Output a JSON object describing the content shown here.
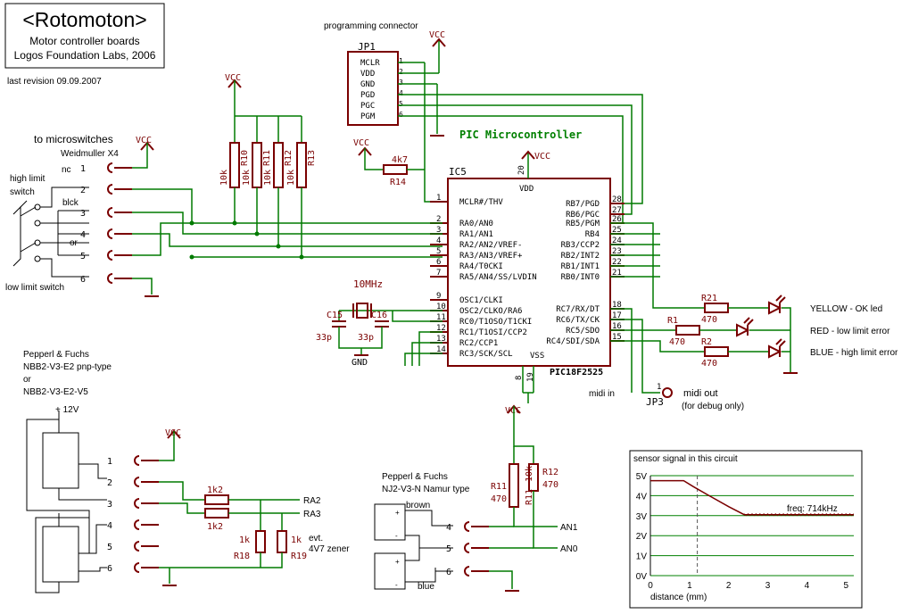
{
  "title_box": {
    "title": "<Rotomoton>",
    "line1": "Motor controller boards",
    "line2": "Logos Foundation Labs, 2006"
  },
  "revision": "last revision 09.09.2007",
  "programming_connector": {
    "label": "programming connector",
    "ref": "JP1",
    "pins": [
      "MCLR",
      "VDD",
      "GND",
      "PGD",
      "PGC",
      "PGM"
    ],
    "pin_numbers": [
      "1",
      "2",
      "3",
      "4",
      "5",
      "6"
    ]
  },
  "pic": {
    "heading": "PIC Microcontroller",
    "ref": "IC5",
    "part": "PIC18F2525",
    "vdd": "VDD",
    "vss": "VSS",
    "vdd_pin": "20",
    "vss_pins": [
      "8",
      "19"
    ],
    "left_pins": [
      {
        "num": "1",
        "name": "MCLR#/THV"
      },
      {
        "num": "2",
        "name": "RA0/AN0"
      },
      {
        "num": "3",
        "name": "RA1/AN1"
      },
      {
        "num": "4",
        "name": "RA2/AN2/VREF-"
      },
      {
        "num": "5",
        "name": "RA3/AN3/VREF+"
      },
      {
        "num": "6",
        "name": "RA4/T0CKI"
      },
      {
        "num": "7",
        "name": "RA5/AN4/SS/LVDIN"
      },
      {
        "num": "9",
        "name": "OSC1/CLKI"
      },
      {
        "num": "10",
        "name": "OSC2/CLKO/RA6"
      },
      {
        "num": "11",
        "name": "RC0/T1OSO/T1CKI"
      },
      {
        "num": "12",
        "name": "RC1/T1OSI/CCP2"
      },
      {
        "num": "13",
        "name": "RC2/CCP1"
      },
      {
        "num": "14",
        "name": "RC3/SCK/SCL"
      }
    ],
    "right_pins": [
      {
        "num": "28",
        "name": "RB7/PGD"
      },
      {
        "num": "27",
        "name": "RB6/PGC"
      },
      {
        "num": "26",
        "name": "RB5/PGM"
      },
      {
        "num": "25",
        "name": "RB4"
      },
      {
        "num": "24",
        "name": "RB3/CCP2"
      },
      {
        "num": "23",
        "name": "RB2/INT2"
      },
      {
        "num": "22",
        "name": "RB1/INT1"
      },
      {
        "num": "21",
        "name": "RB0/INT0"
      },
      {
        "num": "18",
        "name": "RC7/RX/DT"
      },
      {
        "num": "17",
        "name": "RC6/TX/CK"
      },
      {
        "num": "16",
        "name": "RC5/SDO"
      },
      {
        "num": "15",
        "name": "RC4/SDI/SDA"
      }
    ]
  },
  "power": {
    "vcc": "VCC",
    "gnd": "GND"
  },
  "resistors": {
    "r14": {
      "ref": "R14",
      "value": "4k7"
    },
    "r10": {
      "ref": "R10",
      "value": "10k"
    },
    "r11": {
      "ref": "R11",
      "value": "10k"
    },
    "r12": {
      "ref": "R12",
      "value": "10k"
    },
    "r13": {
      "ref": "R13",
      "value": "10k"
    },
    "r21": {
      "ref": "R21",
      "value": "470"
    },
    "r1": {
      "ref": "R1",
      "value": "470"
    },
    "r2": {
      "ref": "R2",
      "value": "470"
    },
    "r18": {
      "ref": "R18",
      "value": "1k"
    },
    "r19": {
      "ref": "R19",
      "value": "1k"
    },
    "r1k2a": {
      "value": "1k2"
    },
    "r1k2b": {
      "value": "1k2"
    },
    "r11b": {
      "ref": "R11",
      "value": "470"
    },
    "r12b": {
      "ref": "R12",
      "value": "470"
    },
    "r11c": {
      "ref": "R11",
      "value": "10k"
    }
  },
  "crystal": {
    "value": "10MHz",
    "c15": "C15",
    "c16": "C16",
    "c_val": "33p"
  },
  "microswitch": {
    "heading": "to microswitches",
    "connector": "Weidmuller X4",
    "high_limit": "high limit",
    "switch_word": "switch",
    "nc": "nc",
    "blck": "blck",
    "or": "or",
    "low_limit": "low limit switch",
    "pins": [
      "1",
      "2",
      "3",
      "4",
      "5",
      "6"
    ]
  },
  "leds": [
    {
      "label": "YELLOW - OK led"
    },
    {
      "label": "RED - low limit error"
    },
    {
      "label": "BLUE - high limit error"
    }
  ],
  "midi": {
    "in": "midi in",
    "out": "midi out",
    "debug": "(for debug only)",
    "ref": "JP3",
    "pin": "1"
  },
  "pepperl1": {
    "line1": "Pepperl & Fuchs",
    "line2": "NBB2-V3-E2  pnp-type",
    "line3": "or",
    "line4": "NBB2-V3-E2-V5",
    "supply": "+ 12V",
    "pins": [
      "1",
      "2",
      "3",
      "4",
      "5",
      "6"
    ],
    "ra2": "RA2",
    "ra3": "RA3",
    "zener": "evt.",
    "zener2": "4V7 zener"
  },
  "pepperl2": {
    "line1": "Pepperl & Fuchs",
    "line2": "NJ2-V3-N Namur type",
    "brown": "brown",
    "blue": "blue",
    "pins": [
      "4",
      "5",
      "6"
    ],
    "an1": "AN1",
    "an0": "AN0"
  },
  "chart_data": {
    "type": "line",
    "title": "sensor signal in this circuit",
    "xlabel": "distance (mm)",
    "x_ticks": [
      "0",
      "1",
      "2",
      "3",
      "4",
      "5"
    ],
    "y_ticks": [
      "0V",
      "1V",
      "2V",
      "3V",
      "4V",
      "5V"
    ],
    "xlim": [
      0,
      5.2
    ],
    "ylim": [
      0,
      5
    ],
    "grid": true,
    "annotation": "freq: 714kHz",
    "series": [
      {
        "x": [
          0,
          0.85,
          1.1,
          1.5,
          2.0,
          2.4,
          3.0,
          4.0,
          5.2
        ],
        "y": [
          4.75,
          4.75,
          4.45,
          4.0,
          3.45,
          3.05,
          3.05,
          3.05,
          3.05
        ]
      }
    ]
  }
}
